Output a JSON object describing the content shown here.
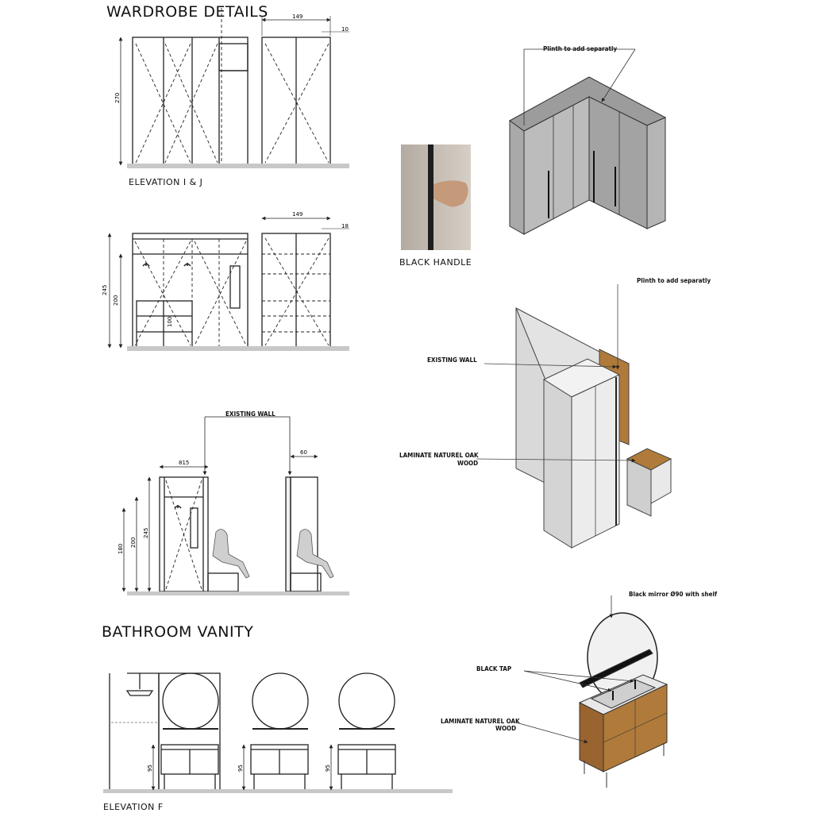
{
  "sections": {
    "wardrobe_title": "WARDROBE DETAILS",
    "vanity_title": "BATHROOM VANITY"
  },
  "captions": {
    "elevation_ij": "ELEVATION I & J",
    "black_handle": "BLACK HANDLE",
    "elevation_f": "ELEVATION F"
  },
  "callouts": {
    "plinth_1": "Plinth to add separatly",
    "plinth_2": "Plinth to add separatly",
    "existing_wall_iso": "EXISTING WALL",
    "laminate_iso_1": "LAMINATE NATUREL OAK",
    "laminate_iso_2": "WOOD",
    "existing_wall_section": "EXISTING WALL",
    "mirror": "Black mirror Ø90 with shelf",
    "black_tap": "BLACK TAP",
    "laminate_vanity_1": "LAMINATE NATUREL OAK",
    "laminate_vanity_2": "WOOD"
  },
  "dimensions": {
    "d270": "270",
    "d149a": "149",
    "d10": "10",
    "d149b": "149",
    "d18": "18",
    "d245a": "245",
    "d200a": "200",
    "d100a": "100",
    "d815": "815",
    "d60": "60",
    "d245b": "245",
    "d200b": "200",
    "d180": "180",
    "d95a": "95",
    "d95b": "95",
    "d95c": "95"
  },
  "colors": {
    "line": "#222222",
    "floor": "#c8c8c8",
    "iso_grey": "#a9a9a9",
    "iso_light": "#e6e6e6",
    "oak": "#b07a3a"
  }
}
